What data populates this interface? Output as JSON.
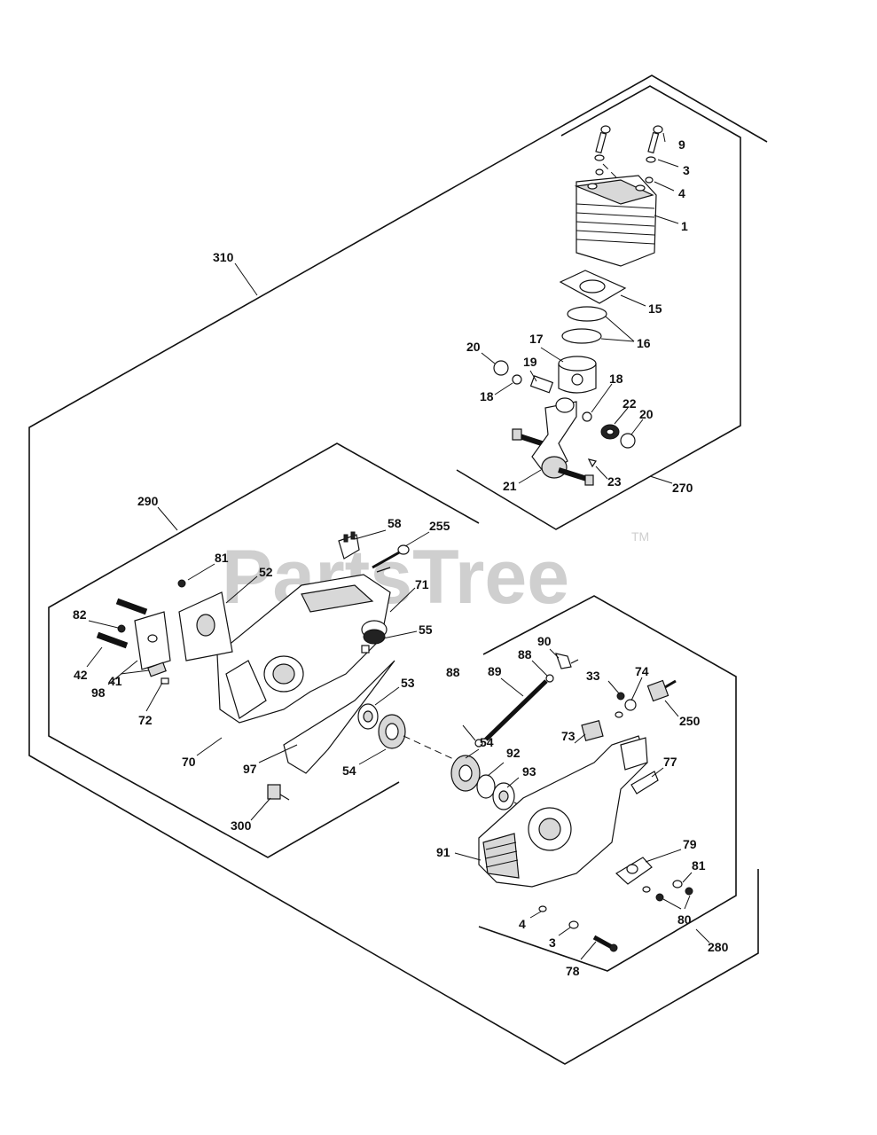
{
  "watermark": {
    "text": "PartsTree",
    "tm": "TM"
  },
  "groups": {
    "g310": "310",
    "g270": "270",
    "g290": "290",
    "g280": "280"
  },
  "callouts": {
    "c9": "9",
    "c3a": "3",
    "c4a": "4",
    "c1": "1",
    "c15": "15",
    "c16": "16",
    "c17": "17",
    "c20a": "20",
    "c19": "19",
    "c18a": "18",
    "c18b": "18",
    "c22": "22",
    "c20b": "20",
    "c21": "21",
    "c23": "23",
    "c58": "58",
    "c255": "255",
    "c81a": "81",
    "c52": "52",
    "c71": "71",
    "c82": "82",
    "c55": "55",
    "c42": "42",
    "c98": "98",
    "c41": "41",
    "c72": "72",
    "c53": "53",
    "c70": "70",
    "c97": "97",
    "c54a": "54",
    "c300": "300",
    "c90": "90",
    "c88a": "88",
    "c89": "89",
    "c33": "33",
    "c74": "74",
    "c88b": "88",
    "c250": "250",
    "c73": "73",
    "c54b": "54",
    "c92": "92",
    "c77": "77",
    "c93": "93",
    "c79": "79",
    "c91": "91",
    "c81b": "81",
    "c80": "80",
    "c4b": "4",
    "c3b": "3",
    "c78": "78"
  }
}
